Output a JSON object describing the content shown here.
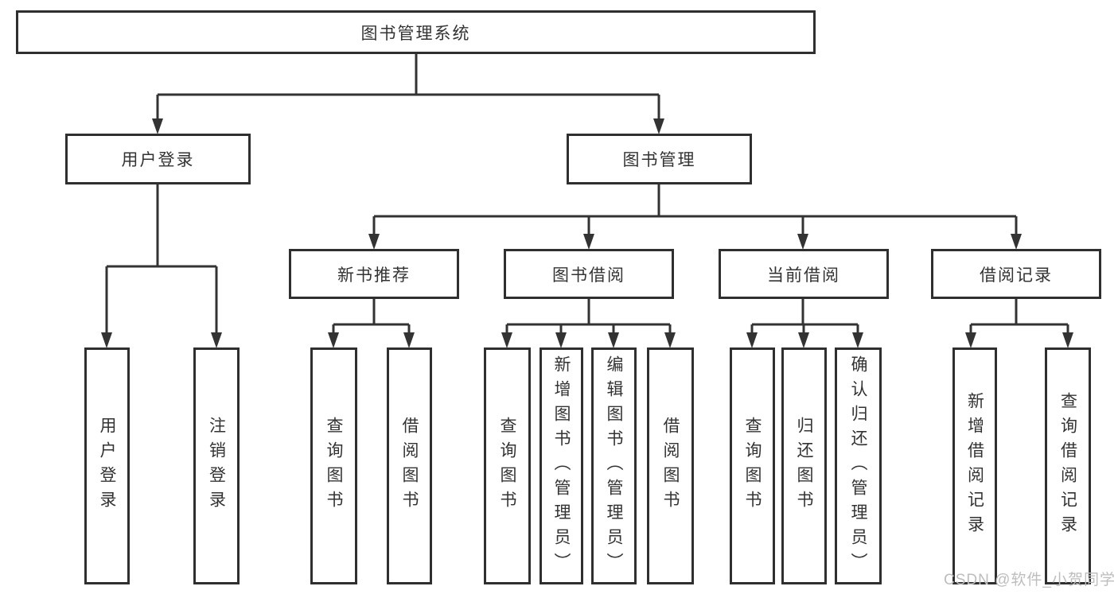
{
  "tree": {
    "root": {
      "label": "图书管理系统"
    },
    "branches": [
      {
        "label": "用户登录",
        "children": [
          {
            "label": "用户登录"
          },
          {
            "label": "注销登录"
          }
        ]
      },
      {
        "label": "图书管理",
        "children": [
          {
            "label": "新书推荐",
            "children": [
              {
                "label": "查询图书"
              },
              {
                "label": "借阅图书"
              }
            ]
          },
          {
            "label": "图书借阅",
            "children": [
              {
                "label": "查询图书"
              },
              {
                "label": "新增图书（管理员）"
              },
              {
                "label": "编辑图书（管理员）"
              },
              {
                "label": "借阅图书"
              }
            ]
          },
          {
            "label": "当前借阅",
            "children": [
              {
                "label": "查询图书"
              },
              {
                "label": "归还图书"
              },
              {
                "label": "确认归还（管理员）"
              }
            ]
          },
          {
            "label": "借阅记录",
            "children": [
              {
                "label": "新增借阅记录"
              },
              {
                "label": "查询借阅记录"
              }
            ]
          }
        ]
      }
    ]
  },
  "watermark": {
    "text": "CSDN @软件_小贺同学"
  },
  "colors": {
    "line": "#333333",
    "box_border": "#2f2f2f",
    "text": "#333333",
    "watermark": "#bdbdbd",
    "background": "#ffffff"
  }
}
